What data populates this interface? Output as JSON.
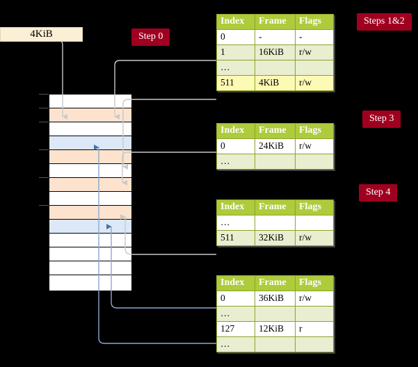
{
  "diagram": {
    "title_hidden": "",
    "badges": [
      {
        "id": "steps12",
        "label": "Steps 1&2"
      },
      {
        "id": "step3",
        "label": "Step 3"
      },
      {
        "id": "step4",
        "label": "Step 4"
      },
      {
        "id": "step0",
        "label": "Step 0"
      }
    ],
    "memory_label": "4KiB",
    "colors": {
      "background": "#000000",
      "table_header": "#aecb3c",
      "table_alt_row": "#e8eecf",
      "table_highlight_row": "#fcfab4",
      "badge": "#a00020",
      "memory_label_fill": "#fbefd5",
      "mem_row_orange": "#fde3ce",
      "mem_row_blue": "#dce8f7",
      "wire_grey": "#c9c9c9",
      "wire_blue": "#8aa9cf"
    },
    "memory_column": {
      "rows": [
        {
          "fill": "plain"
        },
        {
          "fill": "orange"
        },
        {
          "fill": "plain"
        },
        {
          "fill": "blue"
        },
        {
          "fill": "orange"
        },
        {
          "fill": "plain"
        },
        {
          "fill": "orange"
        },
        {
          "fill": "plain"
        },
        {
          "fill": "orange"
        },
        {
          "fill": "blue"
        },
        {
          "fill": "plain"
        },
        {
          "fill": "plain"
        },
        {
          "fill": "plain"
        },
        {
          "fill": "plain"
        }
      ]
    },
    "tables": [
      {
        "id": "table-steps12",
        "headers": [
          "Index",
          "Frame",
          "Flags"
        ],
        "rows": [
          {
            "style": "white",
            "cells": [
              "0",
              "-",
              "-"
            ]
          },
          {
            "style": "alt",
            "cells": [
              "1",
              "16KiB",
              "r/w"
            ]
          },
          {
            "style": "alt",
            "cells": [
              "…",
              "",
              ""
            ]
          },
          {
            "style": "hl",
            "cells": [
              "511",
              "4KiB",
              "r/w"
            ]
          }
        ]
      },
      {
        "id": "table-step3",
        "headers": [
          "Index",
          "Frame",
          "Flags"
        ],
        "rows": [
          {
            "style": "white",
            "cells": [
              "0",
              "24KiB",
              "r/w"
            ]
          },
          {
            "style": "alt",
            "cells": [
              "…",
              "",
              ""
            ]
          }
        ]
      },
      {
        "id": "table-step4a",
        "headers": [
          "Index",
          "Frame",
          "Flags"
        ],
        "rows": [
          {
            "style": "white",
            "cells": [
              "…",
              "",
              ""
            ]
          },
          {
            "style": "alt",
            "cells": [
              "511",
              "32KiB",
              "r/w"
            ]
          }
        ]
      },
      {
        "id": "table-step4b",
        "headers": [
          "Index",
          "Frame",
          "Flags"
        ],
        "rows": [
          {
            "style": "white",
            "cells": [
              "0",
              "36KiB",
              "r/w"
            ]
          },
          {
            "style": "alt",
            "cells": [
              "…",
              "",
              ""
            ]
          },
          {
            "style": "white",
            "cells": [
              "127",
              "12KiB",
              "r"
            ]
          },
          {
            "style": "alt",
            "cells": [
              "…",
              "",
              ""
            ]
          }
        ]
      }
    ]
  }
}
